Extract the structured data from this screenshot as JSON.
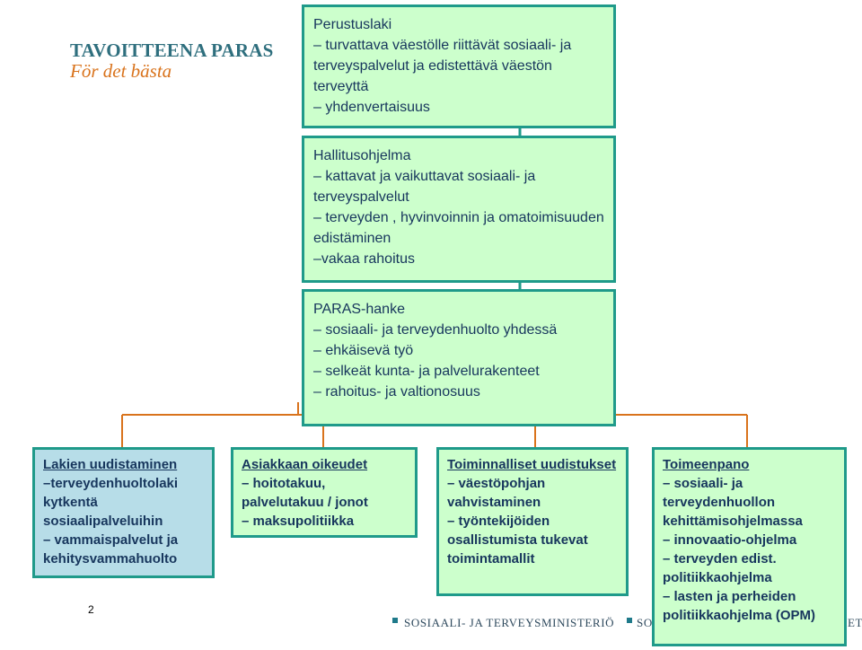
{
  "logo": {
    "main": "TAVOITTEENA PARAS",
    "sub": "För det bästa"
  },
  "boxes": {
    "perustuslaki": {
      "title": "Perustuslaki",
      "items": [
        "– turvattava väestölle riittävät sosiaali- ja terveyspalvelut ja edistettävä väestön terveyttä",
        "– yhdenvertaisuus"
      ]
    },
    "hallitusohjelma": {
      "title": "Hallitusohjelma",
      "items": [
        "– kattavat ja vaikuttavat sosiaali- ja terveyspalvelut",
        "– terveyden , hyvinvoinnin ja omatoimisuuden edistäminen",
        "–vakaa rahoitus"
      ]
    },
    "paras": {
      "title": "PARAS-hanke",
      "items": [
        "– sosiaali- ja terveydenhuolto yhdessä",
        "– ehkäisevä työ",
        "– selkeät kunta- ja palvelurakenteet",
        "– rahoitus- ja valtionosuus"
      ]
    },
    "lakien": {
      "title": "Lakien uudistaminen",
      "items": [
        "–terveydenhuoltolaki kytkentä sosiaalipalveluihin",
        "– vammaispalvelut ja kehitysvammahuolto"
      ]
    },
    "asiakkaan": {
      "title": "Asiakkaan oikeudet",
      "items": [
        "– hoitotakuu, palvelutakuu / jonot",
        "– maksupolitiikka"
      ]
    },
    "toiminnalliset": {
      "title": "Toiminnalliset uudistukset",
      "items": [
        "– väestöpohjan vahvistaminen",
        "– työntekijöiden osallistumista tukevat toimintamallit"
      ]
    },
    "toimeenpano": {
      "title": "Toimeenpano",
      "items": [
        "– sosiaali- ja terveydenhuollon kehittämisohjelmassa",
        "– innovaatio-ohjelma",
        "– terveyden edist. politiikkaohjelma",
        "– lasten ja perheiden politiikkaohjelma (OPM)"
      ]
    }
  },
  "footer": {
    "page_number": "2",
    "ministry": "SOSIAALI- JA TERVEYSMINISTERIÖ",
    "ministry_partial_left": "SO",
    "ministry_partial_right": "ET"
  },
  "colors": {
    "box_border": "#1f9a8a",
    "box_fill_green": "#ccffcc",
    "box_fill_blue": "#b7dde8",
    "connector": "#d9731c",
    "arrow": "#1f9a8a"
  }
}
